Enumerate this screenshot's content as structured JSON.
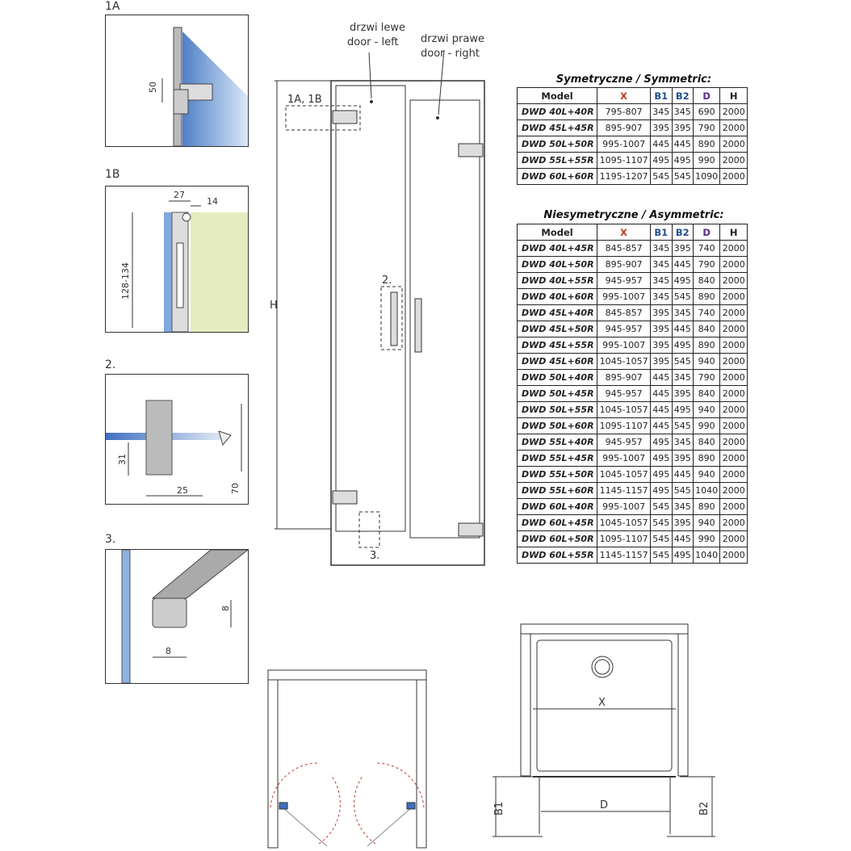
{
  "details": {
    "d1a": {
      "label": "1A",
      "dim": "50"
    },
    "d1b": {
      "label": "1B",
      "dim_a": "27",
      "dim_b": "14",
      "dim_c": "128-134"
    },
    "d2": {
      "label": "2.",
      "dim_a": "31",
      "dim_b": "25",
      "dim_c": "70"
    },
    "d3": {
      "label": "3.",
      "dim_a": "8",
      "dim_b": "8"
    }
  },
  "door": {
    "left_label_pl": "drzwi lewe",
    "left_label_en": "door - left",
    "right_label_pl": "drzwi prawe",
    "right_label_en": "door - right",
    "callout_1": "1A, 1B",
    "callout_2": "2.",
    "callout_3": "3.",
    "height_label": "H"
  },
  "plan": {
    "x_label": "X",
    "d_label": "D",
    "b1_label": "B1",
    "b2_label": "B2"
  },
  "colors": {
    "x": "#c0392b",
    "b1": "#1f4e8c",
    "b2": "#1f4e8c",
    "d": "#5b2a86",
    "glass": "#6f9fd8"
  },
  "tables": {
    "headers": [
      "Model",
      "X",
      "B1",
      "B2",
      "D",
      "H"
    ],
    "symmetric": {
      "title": "Symetryczne / Symmetric:",
      "rows": [
        [
          "DWD 40L+40R",
          "795-807",
          "345",
          "345",
          "690",
          "2000"
        ],
        [
          "DWD 45L+45R",
          "895-907",
          "395",
          "395",
          "790",
          "2000"
        ],
        [
          "DWD 50L+50R",
          "995-1007",
          "445",
          "445",
          "890",
          "2000"
        ],
        [
          "DWD 55L+55R",
          "1095-1107",
          "495",
          "495",
          "990",
          "2000"
        ],
        [
          "DWD 60L+60R",
          "1195-1207",
          "545",
          "545",
          "1090",
          "2000"
        ]
      ]
    },
    "asymmetric": {
      "title": "Niesymetryczne / Asymmetric:",
      "rows": [
        [
          "DWD 40L+45R",
          "845-857",
          "345",
          "395",
          "740",
          "2000"
        ],
        [
          "DWD 40L+50R",
          "895-907",
          "345",
          "445",
          "790",
          "2000"
        ],
        [
          "DWD 40L+55R",
          "945-957",
          "345",
          "495",
          "840",
          "2000"
        ],
        [
          "DWD 40L+60R",
          "995-1007",
          "345",
          "545",
          "890",
          "2000"
        ],
        [
          "DWD 45L+40R",
          "845-857",
          "395",
          "345",
          "740",
          "2000"
        ],
        [
          "DWD 45L+50R",
          "945-957",
          "395",
          "445",
          "840",
          "2000"
        ],
        [
          "DWD 45L+55R",
          "995-1007",
          "395",
          "495",
          "890",
          "2000"
        ],
        [
          "DWD 45L+60R",
          "1045-1057",
          "395",
          "545",
          "940",
          "2000"
        ],
        [
          "DWD 50L+40R",
          "895-907",
          "445",
          "345",
          "790",
          "2000"
        ],
        [
          "DWD 50L+45R",
          "945-957",
          "445",
          "395",
          "840",
          "2000"
        ],
        [
          "DWD 50L+55R",
          "1045-1057",
          "445",
          "495",
          "940",
          "2000"
        ],
        [
          "DWD 50L+60R",
          "1095-1107",
          "445",
          "545",
          "990",
          "2000"
        ],
        [
          "DWD 55L+40R",
          "945-957",
          "495",
          "345",
          "840",
          "2000"
        ],
        [
          "DWD 55L+45R",
          "995-1007",
          "495",
          "395",
          "890",
          "2000"
        ],
        [
          "DWD 55L+50R",
          "1045-1057",
          "495",
          "445",
          "940",
          "2000"
        ],
        [
          "DWD 55L+60R",
          "1145-1157",
          "495",
          "545",
          "1040",
          "2000"
        ],
        [
          "DWD 60L+40R",
          "995-1007",
          "545",
          "345",
          "890",
          "2000"
        ],
        [
          "DWD 60L+45R",
          "1045-1057",
          "545",
          "395",
          "940",
          "2000"
        ],
        [
          "DWD 60L+50R",
          "1095-1107",
          "545",
          "445",
          "990",
          "2000"
        ],
        [
          "DWD 60L+55R",
          "1145-1157",
          "545",
          "495",
          "1040",
          "2000"
        ]
      ]
    }
  }
}
